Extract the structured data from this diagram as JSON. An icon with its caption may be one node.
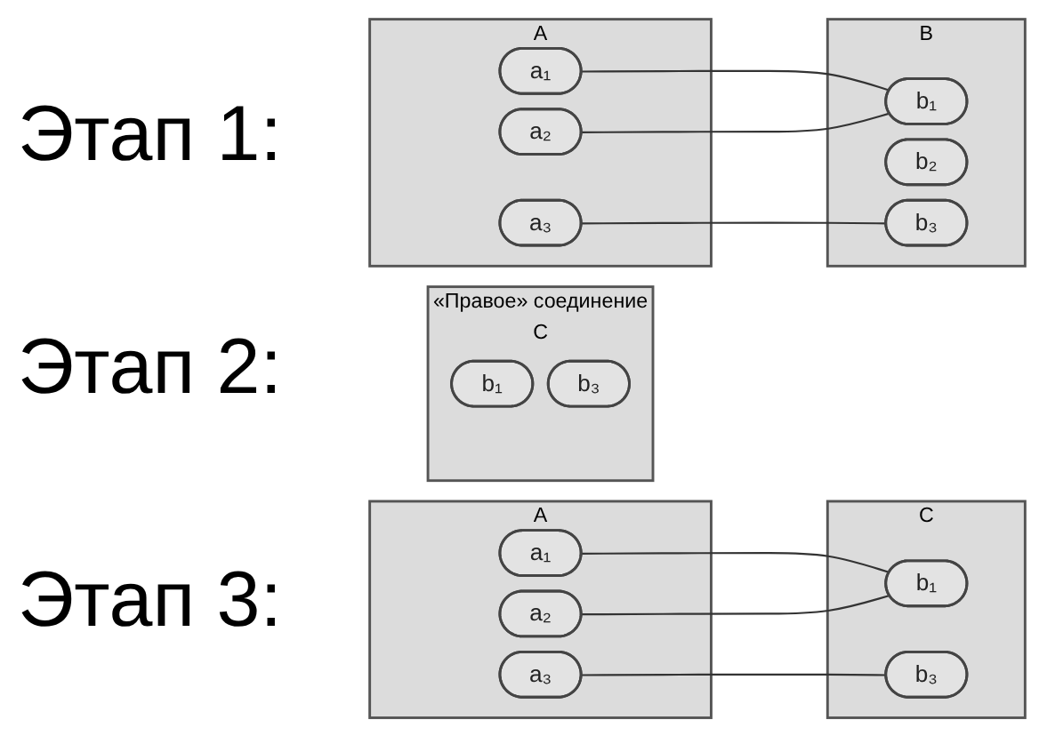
{
  "diagram": {
    "nodes": [
      {
        "text": [
          "A"
        ]
      },
      {
        "text": [
          "a₁"
        ],
        "in": 0
      },
      {
        "text": [
          "a₂"
        ],
        "in": 0
      },
      {
        "text": [
          "a₃"
        ],
        "in": 0
      },
      {
        "text": [
          "B"
        ]
      },
      {
        "text": [
          "b₁"
        ],
        "in": 4
      },
      {
        "text": [
          "b₂"
        ],
        "in": 4
      },
      {
        "text": [
          "b₃"
        ],
        "in": 4
      },
      {
        "text": [
          "C"
        ],
        "beside": [
          "«Правое» соединение"
        ]
      },
      {
        "text": [
          "b₁"
        ],
        "in": 8
      },
      {
        "text": [
          "b₃"
        ],
        "in": 8
      },
      {
        "text": [
          "A"
        ]
      },
      {
        "text": [
          "a₁"
        ],
        "in": 11
      },
      {
        "text": [
          "a₂"
        ],
        "in": 11
      },
      {
        "text": [
          "a₃"
        ],
        "in": 11
      },
      {
        "text": [
          "C"
        ]
      },
      {
        "text": [
          "b₁"
        ],
        "in": 15
      },
      {
        "text": [
          "b₃"
        ],
        "in": 15
      }
    ],
    "edges": [
      {
        "from": 1,
        "to": 5,
        "arrow": "none"
      },
      {
        "from": 2,
        "to": 5,
        "arrow": "none"
      },
      {
        "from": 3,
        "to": 7,
        "arrow": "none"
      },
      {
        "from": 12,
        "to": 16,
        "arrow": "none"
      },
      {
        "from": 13,
        "to": 16,
        "arrow": "none"
      },
      {
        "from": 14,
        "to": 17,
        "arrow": "none"
      }
    ],
    "labels": [
      "Этап 1:",
      "Этап 2:",
      "Этап 3:"
    ]
  }
}
